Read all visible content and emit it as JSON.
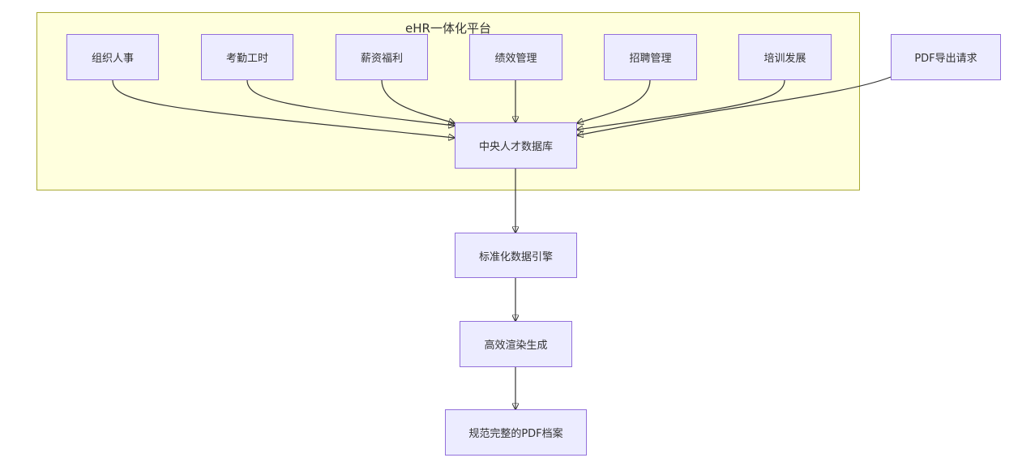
{
  "subgraph": {
    "title": "eHR一体化平台"
  },
  "nodes": {
    "org": "组织人事",
    "attendance": "考勤工时",
    "salary": "薪资福利",
    "performance": "绩效管理",
    "recruit": "招聘管理",
    "training": "培训发展",
    "pdf_request": "PDF导出请求",
    "talent_db": "中央人才数据库",
    "engine": "标准化数据引擎",
    "render": "高效渲染生成",
    "archive": "规范完整的PDF档案"
  },
  "colors": {
    "node_fill": "#ececff",
    "node_border": "#9370db",
    "subgraph_fill": "#ffffde",
    "subgraph_border": "#aaaa33",
    "edge": "#333333"
  }
}
